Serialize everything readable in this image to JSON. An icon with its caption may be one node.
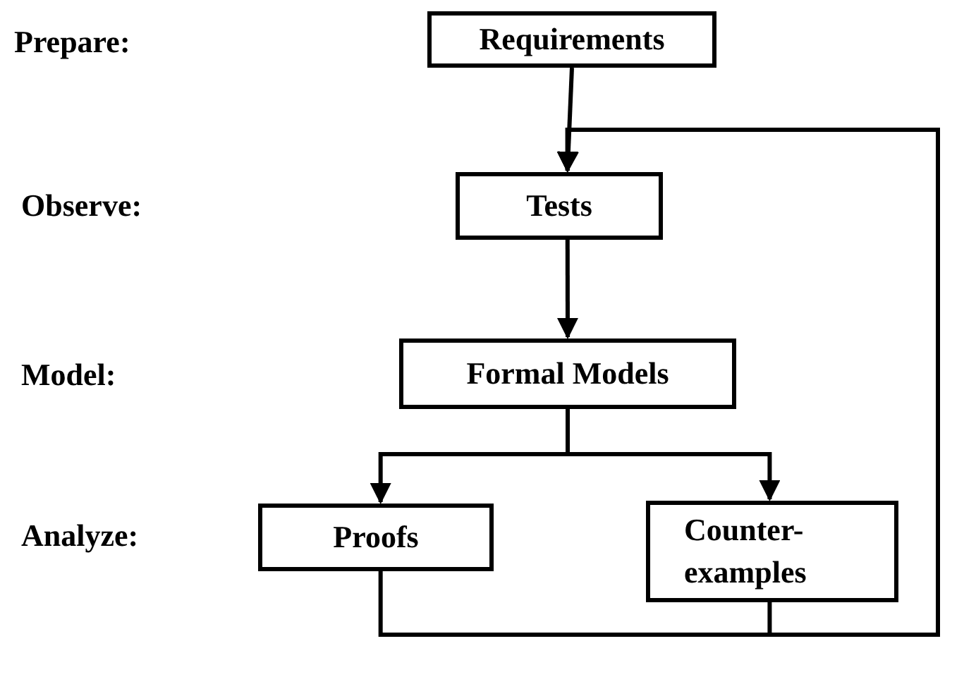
{
  "diagram": {
    "nodes": [
      {
        "text": [
          "Requirements"
        ]
      },
      {
        "text": [
          "Tests"
        ]
      },
      {
        "text": [
          "Formal Models"
        ]
      },
      {
        "text": [
          "Proofs"
        ]
      },
      {
        "text": [
          "Counter-examples"
        ]
      }
    ],
    "edges": [
      {
        "from": 0,
        "to": 1,
        "arrow": "to"
      },
      {
        "from": 1,
        "to": 2,
        "arrow": "to"
      },
      {
        "from": 2,
        "to": 3,
        "arrow": "to"
      },
      {
        "from": 2,
        "to": 4,
        "arrow": "to"
      },
      {
        "from": 3,
        "to": 1,
        "arrow": "to"
      },
      {
        "from": 4,
        "to": 1,
        "arrow": "to"
      }
    ],
    "labels": [
      "Prepare:",
      "Observe:",
      "Model:",
      "Analyze:"
    ]
  }
}
